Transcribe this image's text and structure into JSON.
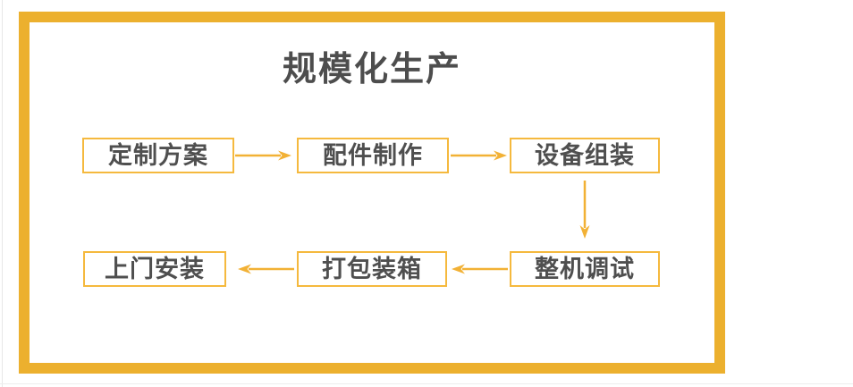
{
  "title": "规模化生产",
  "flow": {
    "nodes": [
      {
        "id": "custom-plan",
        "label": "定制方案"
      },
      {
        "id": "parts-making",
        "label": "配件制作"
      },
      {
        "id": "equipment-assembly",
        "label": "设备组装"
      },
      {
        "id": "machine-debugging",
        "label": "整机调试"
      },
      {
        "id": "packing",
        "label": "打包装箱"
      },
      {
        "id": "onsite-installation",
        "label": "上门安装"
      }
    ],
    "edges": [
      {
        "from": "定制方案",
        "to": "配件制作",
        "direction": "right"
      },
      {
        "from": "配件制作",
        "to": "设备组装",
        "direction": "right"
      },
      {
        "from": "设备组装",
        "to": "整机调试",
        "direction": "down"
      },
      {
        "from": "整机调试",
        "to": "打包装箱",
        "direction": "left"
      },
      {
        "from": "打包装箱",
        "to": "上门安装",
        "direction": "left"
      }
    ]
  },
  "colors": {
    "frame": "#ecb02e",
    "box_border": "#f5b93e",
    "arrow": "#f2b135",
    "title_text": "#4d4d4d",
    "box_text": "#4f4f4f"
  }
}
